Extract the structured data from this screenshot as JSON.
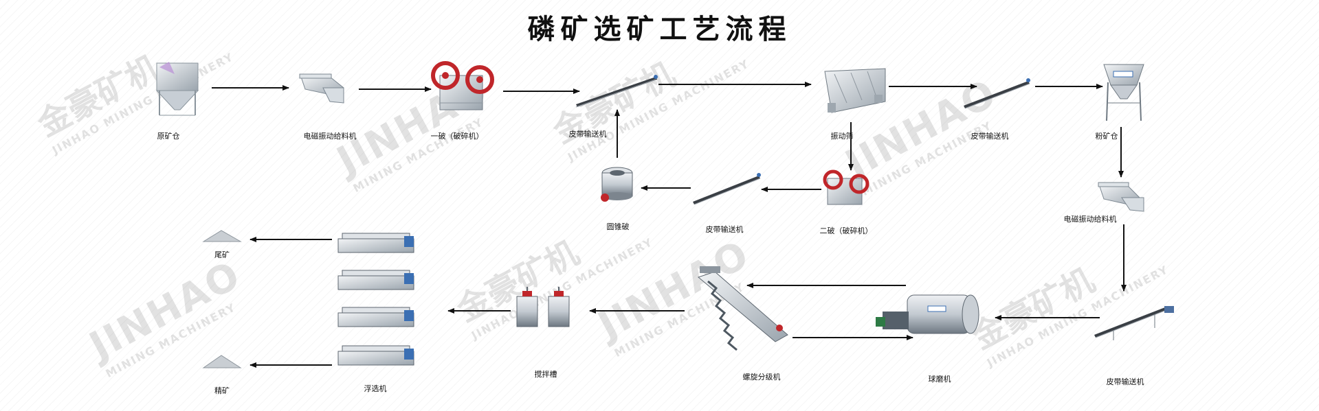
{
  "title": "磷矿选矿工艺流程",
  "labels": {
    "raw_bin": "原矿仓",
    "vib_feeder_1": "电磁振动给料机",
    "jaw_crusher": "一破（破碎机）",
    "belt_1": "皮带输送机",
    "vib_screen": "振动筛",
    "belt_2": "皮带输送机",
    "powder_bin": "粉矿仓",
    "cone_crusher": "圆锥破",
    "belt_3": "皮带输送机",
    "crusher_2": "二破（破碎机）",
    "vib_feeder_2": "电磁振动给料机",
    "tailings": "尾矿",
    "flotation": "浮选机",
    "concentrate": "精矿",
    "agitation_tank": "搅拌槽",
    "spiral_classifier": "螺旋分级机",
    "ball_mill": "球磨机",
    "belt_4": "皮带输送机"
  },
  "watermark": {
    "brand_cn": "金豪矿机",
    "brand_en": "JINHAO",
    "brand_sub": "JINHAO MINING MACHINERY",
    "brand_sub2": "MINING MACHINERY"
  }
}
